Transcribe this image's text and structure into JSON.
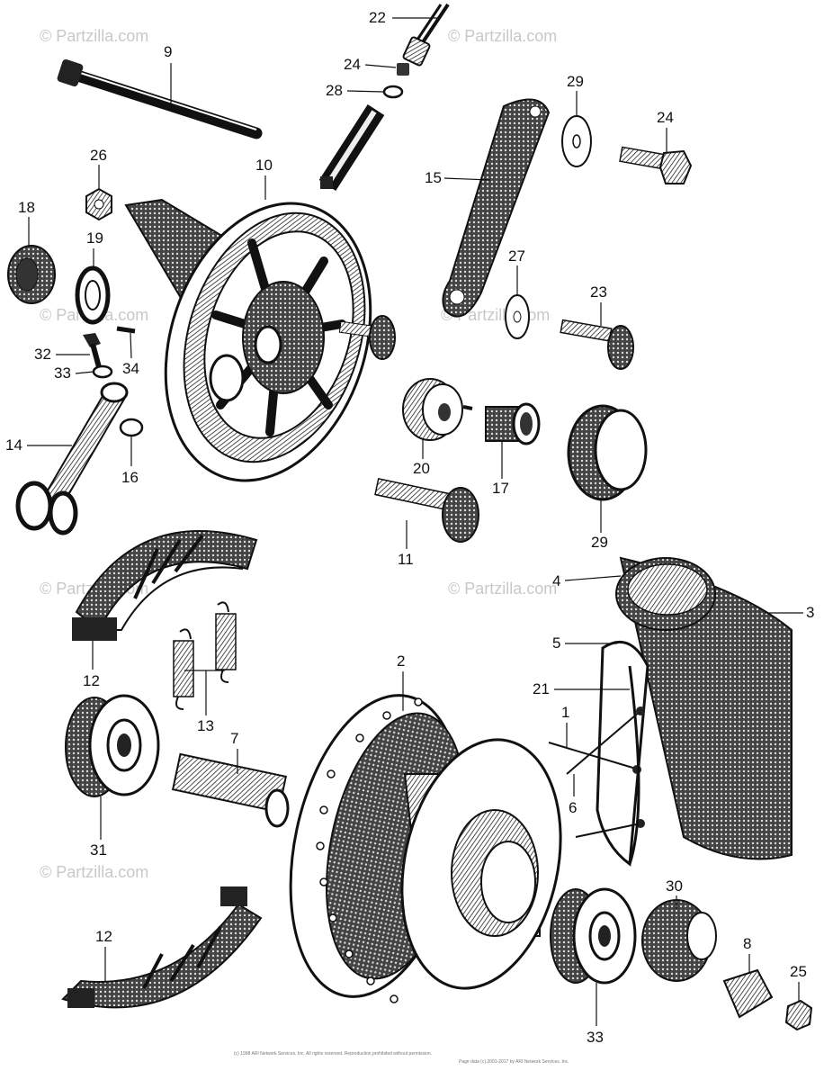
{
  "watermark": "© Partzilla.com",
  "callouts": [
    {
      "id": "p1",
      "label": "1"
    },
    {
      "id": "p2",
      "label": "2"
    },
    {
      "id": "p3",
      "label": "3"
    },
    {
      "id": "p4",
      "label": "4"
    },
    {
      "id": "p5",
      "label": "5"
    },
    {
      "id": "p6",
      "label": "6"
    },
    {
      "id": "p7",
      "label": "7"
    },
    {
      "id": "p8",
      "label": "8"
    },
    {
      "id": "p9",
      "label": "9"
    },
    {
      "id": "p10",
      "label": "10"
    },
    {
      "id": "p11",
      "label": "11"
    },
    {
      "id": "p12a",
      "label": "12"
    },
    {
      "id": "p12b",
      "label": "12"
    },
    {
      "id": "p13",
      "label": "13"
    },
    {
      "id": "p14",
      "label": "14"
    },
    {
      "id": "p15",
      "label": "15"
    },
    {
      "id": "p16",
      "label": "16"
    },
    {
      "id": "p17",
      "label": "17"
    },
    {
      "id": "p18",
      "label": "18"
    },
    {
      "id": "p19",
      "label": "19"
    },
    {
      "id": "p20",
      "label": "20"
    },
    {
      "id": "p21",
      "label": "21"
    },
    {
      "id": "p22",
      "label": "22"
    },
    {
      "id": "p23",
      "label": "23"
    },
    {
      "id": "p24a",
      "label": "24"
    },
    {
      "id": "p24b",
      "label": "24"
    },
    {
      "id": "p25",
      "label": "25"
    },
    {
      "id": "p26",
      "label": "26"
    },
    {
      "id": "p27",
      "label": "27"
    },
    {
      "id": "p28",
      "label": "28"
    },
    {
      "id": "p29a",
      "label": "29"
    },
    {
      "id": "p29b",
      "label": "29"
    },
    {
      "id": "p30",
      "label": "30"
    },
    {
      "id": "p31",
      "label": "31"
    },
    {
      "id": "p32",
      "label": "32"
    },
    {
      "id": "p33a",
      "label": "33"
    },
    {
      "id": "p33b",
      "label": "33"
    },
    {
      "id": "p34",
      "label": "34"
    }
  ],
  "copyright_line": "(c) 1998 ARI Network Services, Inc. All rights reserved. Reproduction prohibited without permission.",
  "copyright_line2": "Page data (c) 2001-2017 by ARI Network Services, Inc."
}
